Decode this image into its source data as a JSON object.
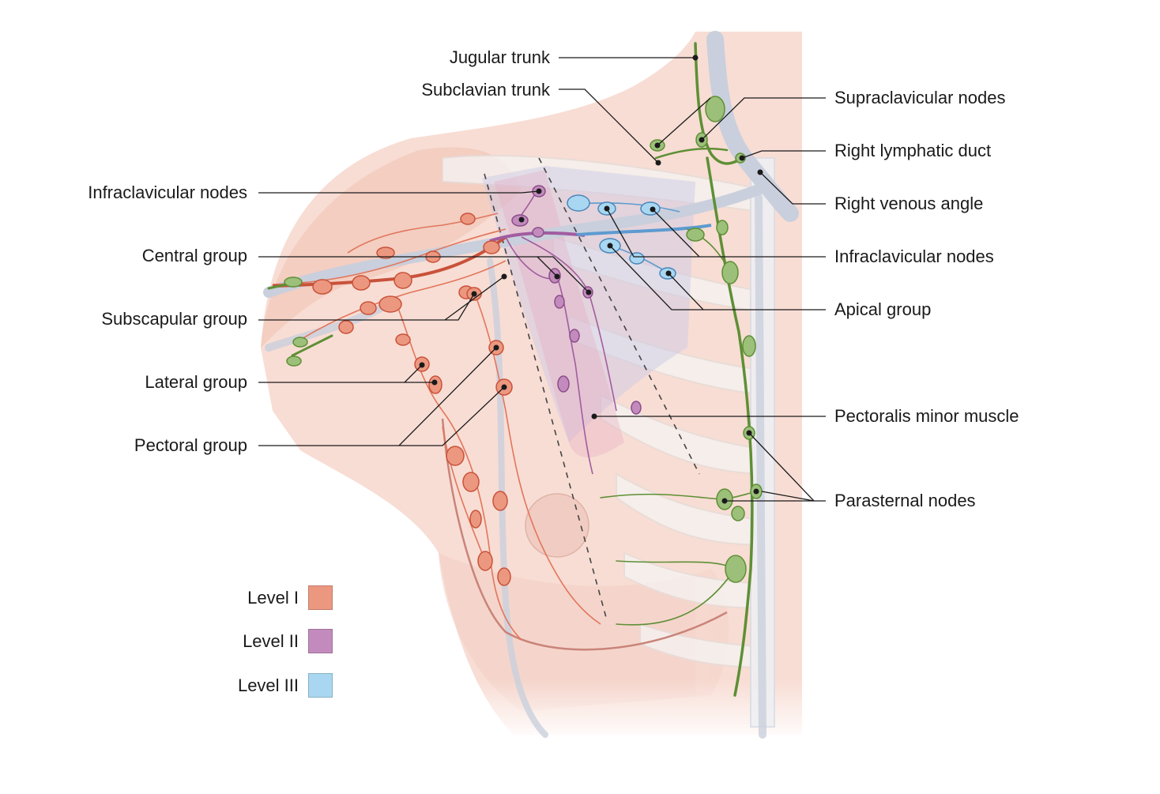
{
  "labels": {
    "jugular_trunk": "Jugular trunk",
    "subclavian_trunk": "Subclavian trunk",
    "supraclavicular_nodes": "Supraclavicular nodes",
    "right_lymphatic_duct": "Right lymphatic duct",
    "right_venous_angle": "Right venous angle",
    "infraclavicular_nodes_left": "Infraclavicular nodes",
    "infraclavicular_nodes_right": "Infraclavicular nodes",
    "central_group": "Central group",
    "subscapular_group": "Subscapular group",
    "lateral_group": "Lateral group",
    "pectoral_group": "Pectoral group",
    "apical_group": "Apical group",
    "pectoralis_minor_muscle": "Pectoralis minor muscle",
    "parasternal_nodes": "Parasternal nodes"
  },
  "legend": [
    {
      "label": "Level I",
      "color": "#ec9880"
    },
    {
      "label": "Level II",
      "color": "#c38bbd"
    },
    {
      "label": "Level III",
      "color": "#a9d7f1"
    }
  ],
  "colors": {
    "skin": "#f8ddd4",
    "skin_shade": "#f1c8bb",
    "bone": "#f5f1ef",
    "vessel": "#c9cfdc",
    "level_i": "#e2765c",
    "level_ii": "#a15ca0",
    "level_iii": "#5d9bd0",
    "green_lymph": "#5e8f35",
    "leader": "#1a1a1a"
  }
}
